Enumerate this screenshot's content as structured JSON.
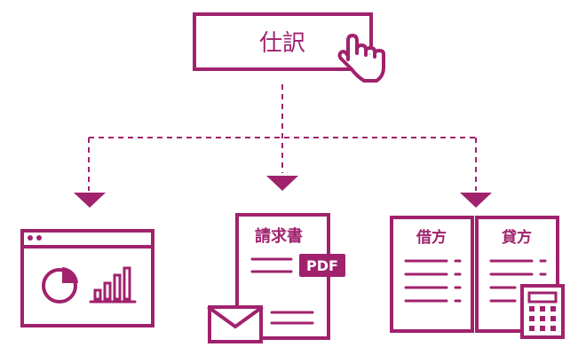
{
  "top_button": {
    "label": "仕訳"
  },
  "invoice": {
    "title": "請求書",
    "pdf_badge": "PDF"
  },
  "ledger": {
    "left_title": "借方",
    "right_title": "貸方"
  },
  "icons": {
    "cursor": "hand-pointer-icon",
    "dashboard": "browser-chart-icon",
    "envelope": "envelope-icon",
    "calculator": "calculator-icon"
  },
  "colors": {
    "accent": "#a0226d",
    "background": "#ffffff"
  }
}
